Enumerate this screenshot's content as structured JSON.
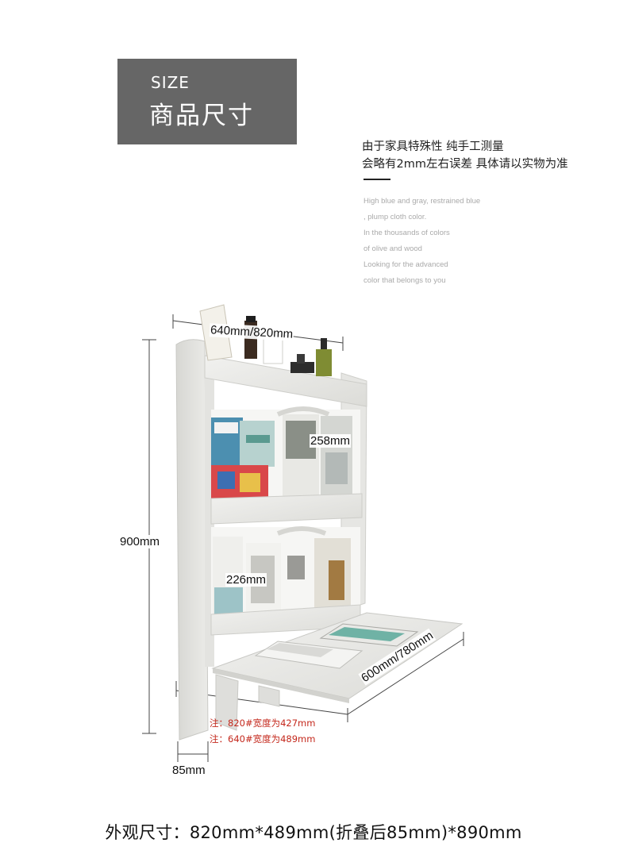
{
  "header": {
    "size_en": "SIZE",
    "size_cn": "商品尺寸"
  },
  "note": {
    "line1": "由于家具特殊性 纯手工测量",
    "line2": "会略有2mm左右误差 具体请以实物为准"
  },
  "english_text": [
    "High blue and gray, restrained blue",
    ", plump cloth color.",
    "In the thousands of colors",
    "of olive and wood",
    "Looking for the advanced",
    "color that belongs to you"
  ],
  "dimensions": {
    "top_width": "640mm/820mm",
    "height": "900mm",
    "upper_shelf": "258mm",
    "lower_shelf": "226mm",
    "table_depth": "600mm/780mm",
    "folded_depth": "85mm"
  },
  "notes_red": [
    "注：820#宽度为427mm",
    "注：640#宽度为489mm"
  ],
  "caption": "外观尺寸：820mm*489mm(折叠后85mm)*890mm",
  "colors": {
    "header_bg": "#666666",
    "note_red": "#c4281c",
    "wood": "#e9e9e6"
  }
}
